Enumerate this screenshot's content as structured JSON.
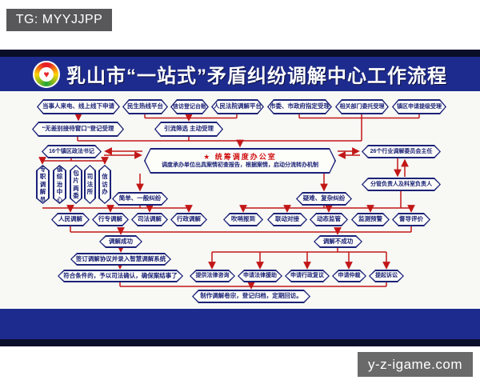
{
  "watermark_top": "TG: MYYJJPP",
  "watermark_bottom": "y-z-igame.com",
  "banner": {
    "title": "乳山市“一站式”矛盾纠纷调解中心工作流程"
  },
  "colors": {
    "banner_blue": "#1e2b8e",
    "node_navy": "#1b2277",
    "arrow_red": "#c21717",
    "center_title_red": "#d01414"
  },
  "flow": {
    "intake": [
      "当事人来电、线上线下申请",
      "民生热线平台",
      "信访登记台账",
      "人民法院调解平台",
      "市委、市政府指定受理",
      "相关部门委托受理",
      "镇区申请提级受理"
    ],
    "registration": [
      "“无差别接待窗口”登记受理",
      "引流筛选 主动受理"
    ],
    "left_chief": "16个镇区政法书记",
    "left_units": [
      "专职调解员",
      "镇综治中心",
      "包片两委",
      "司法所",
      "信访办"
    ],
    "right_chief": "26个行业调解委员会主任",
    "right_leads": "分管负责人及科室负责人",
    "center_title": "★ 统筹调度办公室",
    "center_sub": "调度承办单位出具案情初查报告，根据案情，启动分流转办机制",
    "simple": "简单、一般纠纷",
    "complex": "疑难、复杂纠纷",
    "simple_paths": [
      "人民调解",
      "行专调解",
      "司法调解",
      "行政调解"
    ],
    "complex_paths": [
      "吹哨报到",
      "联动对接",
      "动态监管",
      "监测预警",
      "督导评价"
    ],
    "success": "调解成功",
    "fail": "调解不成功",
    "success_steps": [
      "签订调解协议并录入智慧调解系统",
      "符合条件的，予以司法确认，确保案结事了"
    ],
    "fail_options": [
      "提供法律咨询",
      "申请法律援助",
      "申请行政复议",
      "申请仲裁",
      "提起诉讼"
    ],
    "final": "制作调解卷宗，登记归档，定期回访。"
  }
}
